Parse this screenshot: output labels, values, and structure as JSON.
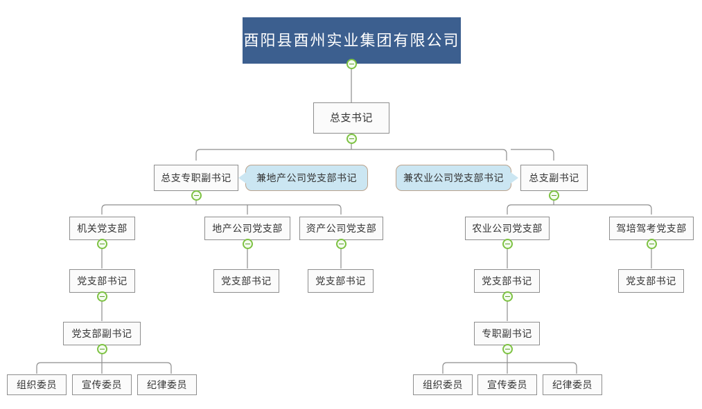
{
  "chart_title": "酉阳县酉州实业集团有限公司",
  "theme": {
    "root_fill": "#3c5f8f",
    "root_text": "#ffffff",
    "node_fill": "#fbfbfb",
    "node_border": "#8d8d8d",
    "node_text": "#333333",
    "callout_fill": "#cbe6f2",
    "callout_border": "#bba28c",
    "connector": "#8d8d8d",
    "toggle_ring": "#7dc242",
    "toggle_fill": "#f4fbef",
    "background": "#ffffff"
  },
  "nodes": {
    "root": {
      "label": "酉阳县酉州实业集团有限公司"
    },
    "zongzhi_shuji": {
      "label": "总支书记"
    },
    "zongzhi_zhuanzhi_fushuji": {
      "label": "总支专职副书记"
    },
    "zongzhi_fushuji": {
      "label": "总支副书记"
    },
    "jiguan_zhibu": {
      "label": "机关党支部"
    },
    "dichan_zhibu": {
      "label": "地产公司党支部"
    },
    "zichan_zhibu": {
      "label": "资产公司党支部"
    },
    "nongye_zhibu": {
      "label": "农业公司党支部"
    },
    "jiapei_zhibu": {
      "label": "驾培驾考党支部"
    },
    "zhibu_shuji_1": {
      "label": "党支部书记"
    },
    "zhibu_shuji_2": {
      "label": "党支部书记"
    },
    "zhibu_shuji_3": {
      "label": "党支部书记"
    },
    "zhibu_shuji_4": {
      "label": "党支部书记"
    },
    "zhibu_shuji_5": {
      "label": "党支部书记"
    },
    "zhibu_fushuji": {
      "label": "党支部副书记"
    },
    "zhuanzhi_fushuji": {
      "label": "专职副书记"
    },
    "zuzhi_weiyuan_left": {
      "label": "组织委员"
    },
    "xuanchuan_weiyuan_left": {
      "label": "宣传委员"
    },
    "jilv_weiyuan_left": {
      "label": "纪律委员"
    },
    "zuzhi_weiyuan_right": {
      "label": "组织委员"
    },
    "xuanchuan_weiyuan_right": {
      "label": "宣传委员"
    },
    "jilv_weiyuan_right": {
      "label": "纪律委员"
    }
  },
  "callouts": {
    "dichan_concurrent": {
      "label": "兼地产公司党支部书记",
      "points": "left"
    },
    "nongye_concurrent": {
      "label": "兼农业公司党支部书记",
      "points": "right"
    }
  },
  "toggles": {
    "icon": "collapse-minus-icon",
    "state": "expanded",
    "count": 13
  }
}
